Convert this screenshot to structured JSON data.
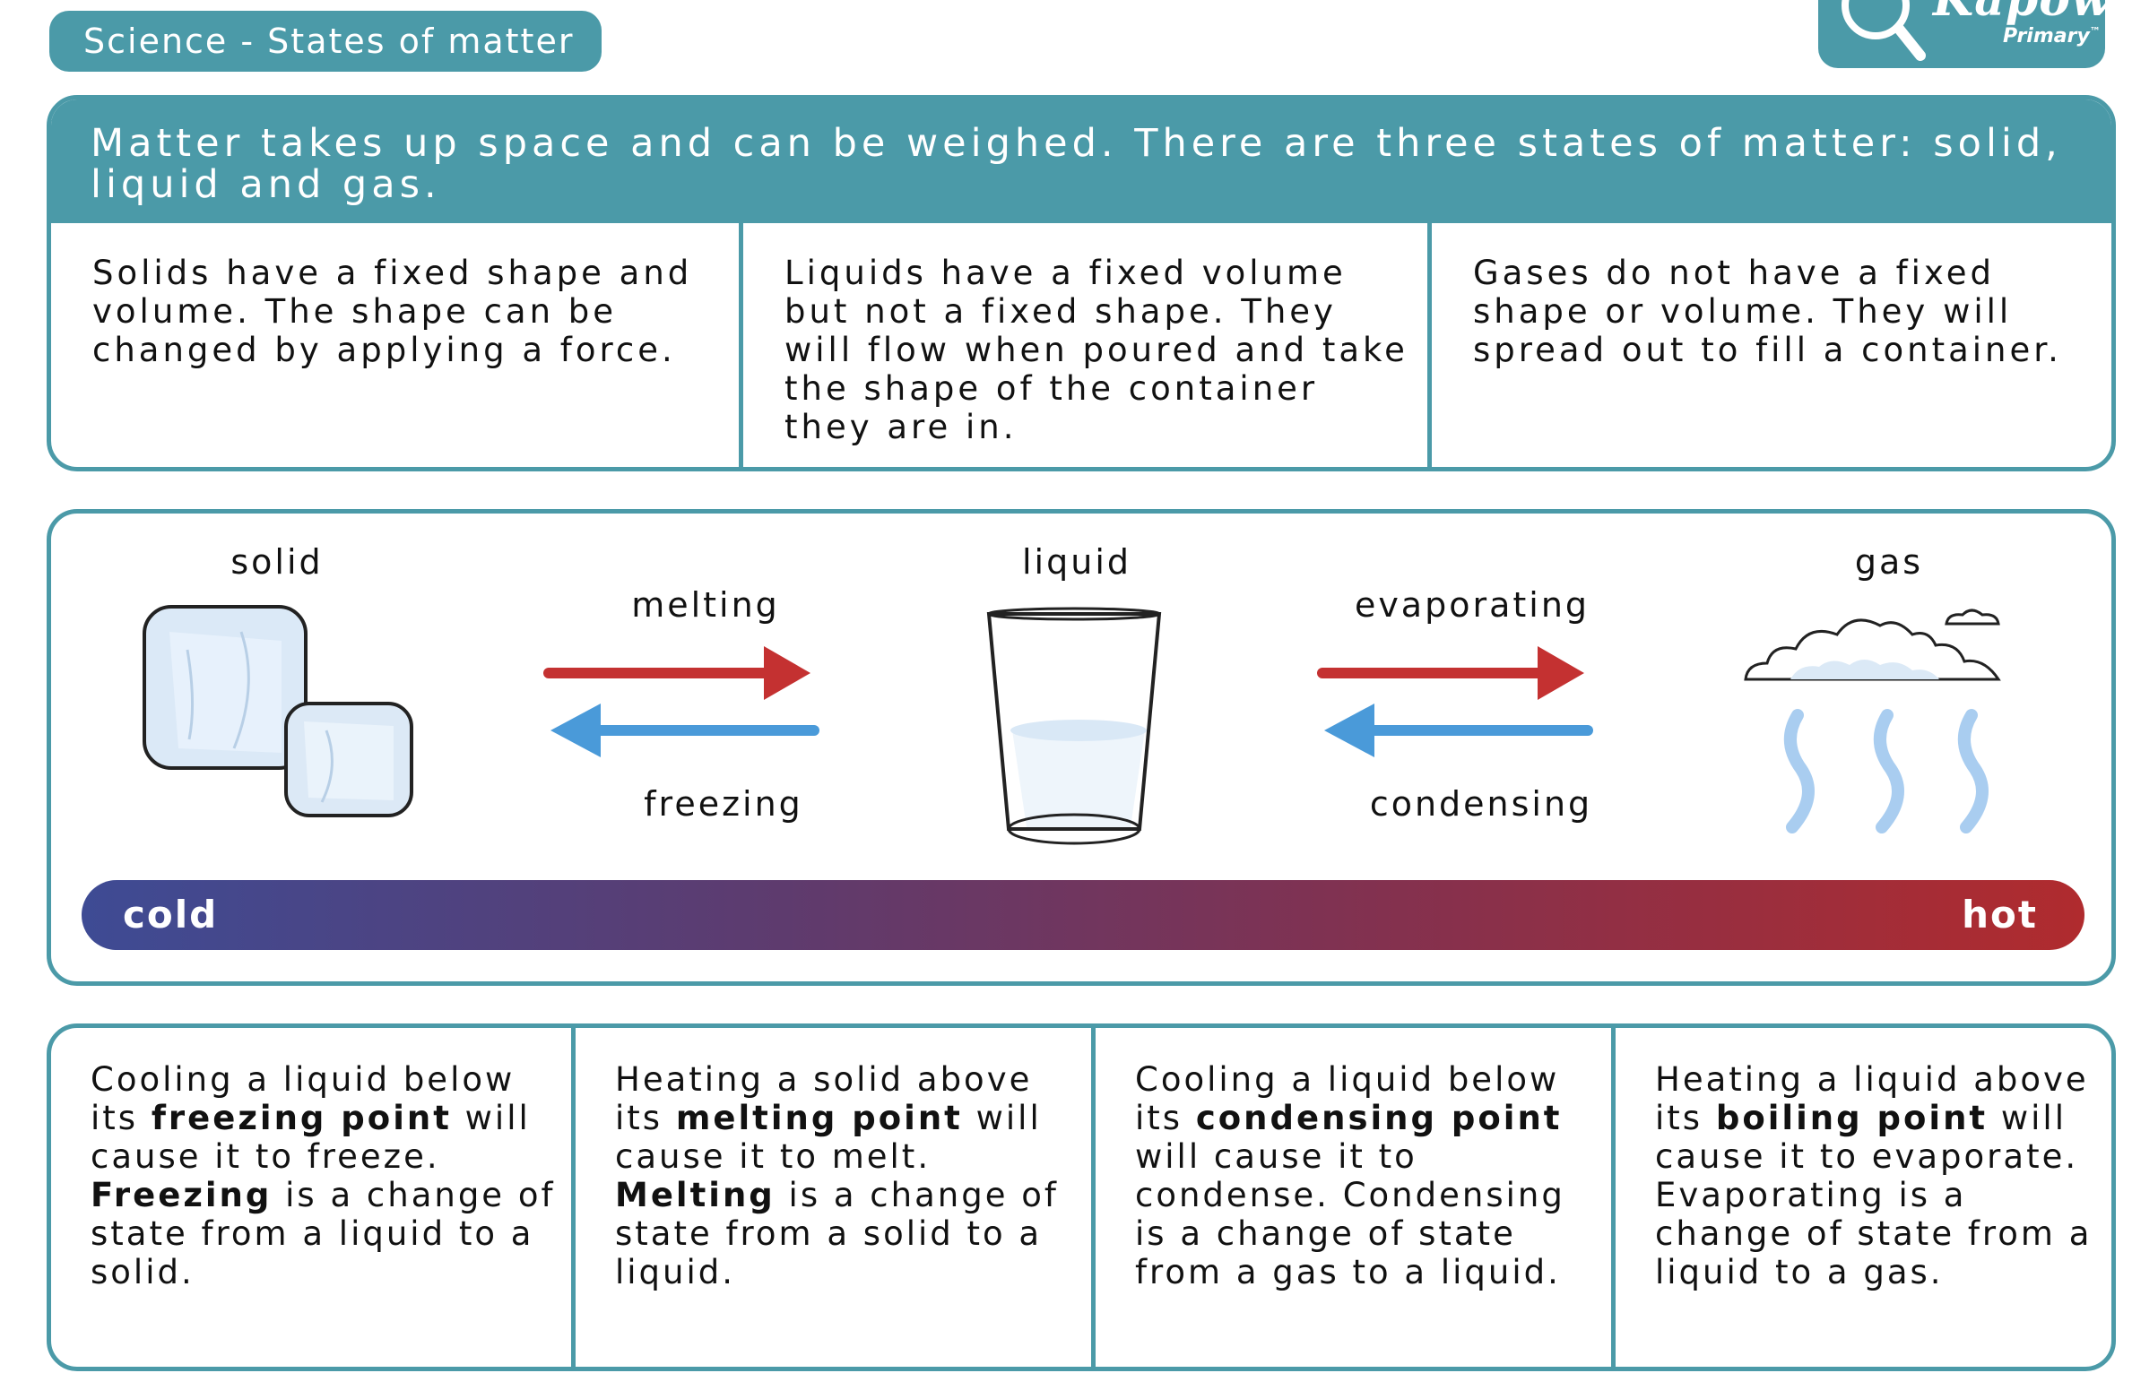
{
  "header": {
    "subject": "Science - States of matter"
  },
  "logo": {
    "name": "Kapow",
    "sub": "Primary",
    "mark": "™"
  },
  "intro": {
    "banner": "Matter takes up space and can be weighed. There are three states of matter: solid, liquid and gas.",
    "states": [
      {
        "text": "Solids have a fixed shape and volume. The shape can be changed by applying a force."
      },
      {
        "text": "Liquids have a fixed volume but not a fixed shape. They will flow when poured and take the shape of the container they are in."
      },
      {
        "text": "Gases do not have a fixed shape or volume. They will spread out to fill a container."
      }
    ]
  },
  "diagram": {
    "solid_label": "solid",
    "liquid_label": "liquid",
    "gas_label": "gas",
    "melting_label": "melting",
    "freezing_label": "freezing",
    "evaporating_label": "evaporating",
    "condensing_label": "condensing",
    "cold_label": "cold",
    "hot_label": "hot",
    "colors": {
      "heating_arrow": "#c43131",
      "cooling_arrow": "#4a9ad9",
      "bar_cold": "#3e4b94",
      "bar_hot": "#b02b2e",
      "accent": "#4b9aa8"
    }
  },
  "changes": [
    {
      "p1": "Cooling a liquid below its ",
      "b1": "freezing point",
      "p2": " will cause it to freeze. ",
      "b2": "Freezing",
      "p3": " is a change of state from a liquid to a solid."
    },
    {
      "p1": "Heating a solid above its ",
      "b1": "melting point",
      "p2": " will cause it to melt. ",
      "b2": "Melting",
      "p3": " is a change of state from a solid to a liquid."
    },
    {
      "p1": "Cooling a liquid below its ",
      "b1": "condensing point",
      "p2": " will cause it to condense. Condensing is a change of state from a gas to a liquid.",
      "b2": "",
      "p3": ""
    },
    {
      "p1": "Heating a liquid above its ",
      "b1": "boiling point",
      "p2": " will cause it to evaporate. Evaporating is a change of state from a liquid to a gas.",
      "b2": "",
      "p3": ""
    }
  ]
}
